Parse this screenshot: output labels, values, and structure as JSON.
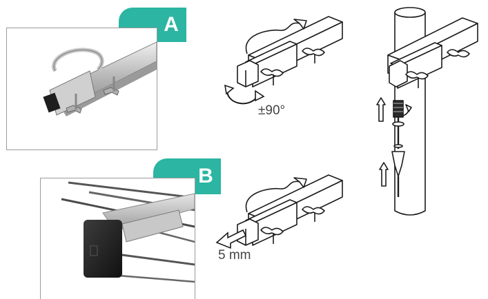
{
  "panels": [
    {
      "badge": "A"
    },
    {
      "badge": "B"
    }
  ],
  "annotations": {
    "rotation": "±90°",
    "offset": "5 mm"
  },
  "colors": {
    "accent": "#2bb5a2",
    "line": "#1a1a1a",
    "photo_border": "#9a9a9a"
  }
}
